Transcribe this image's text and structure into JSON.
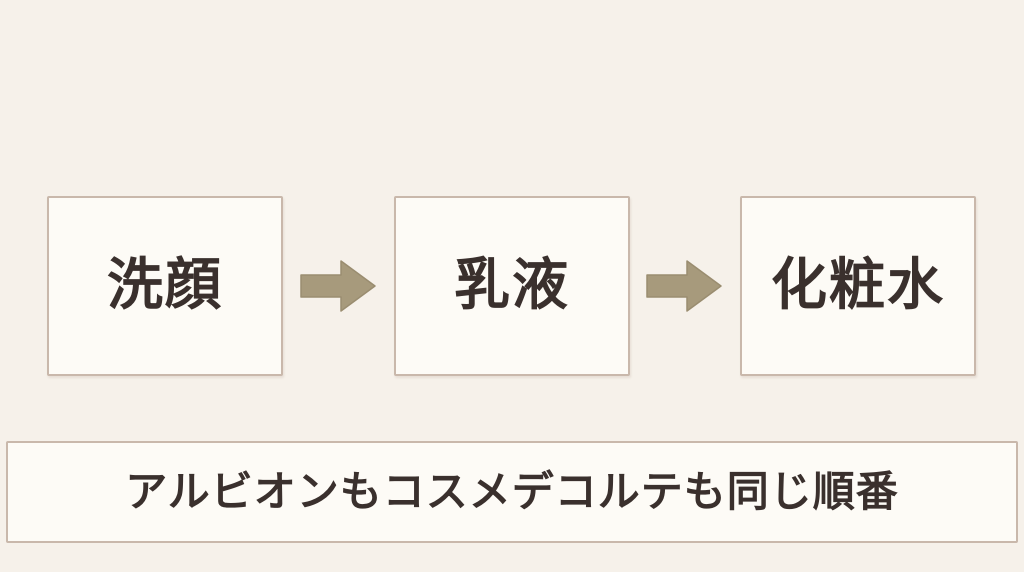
{
  "steps": [
    {
      "label": "洗顔"
    },
    {
      "label": "乳液"
    },
    {
      "label": "化粧水"
    }
  ],
  "note": "アルビオンもコスメデコルテも同じ順番",
  "colors": {
    "background": "#f6f1ea",
    "box_fill": "#fdfbf6",
    "box_border": "#c9b8ab",
    "arrow": "#a79a7c",
    "text": "#3a302d"
  }
}
